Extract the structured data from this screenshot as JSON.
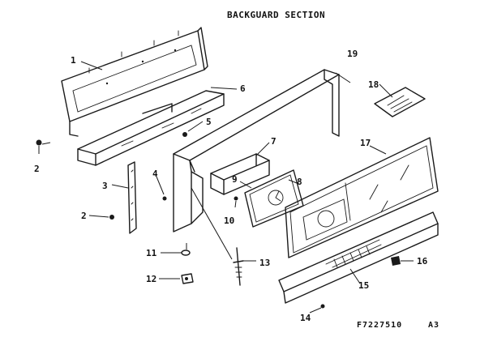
{
  "title": "BACKGUARD SECTION",
  "part_number": "F7227510",
  "page_code": "A3",
  "callouts": {
    "c1": "1",
    "c2a": "2",
    "c2b": "2",
    "c3": "3",
    "c4": "4",
    "c5": "5",
    "c6": "6",
    "c7": "7",
    "c8": "8",
    "c9": "9",
    "c10": "10",
    "c11": "11",
    "c12": "12",
    "c13": "13",
    "c14": "14",
    "c15": "15",
    "c16": "16",
    "c17": "17",
    "c18": "18",
    "c19": "19"
  }
}
